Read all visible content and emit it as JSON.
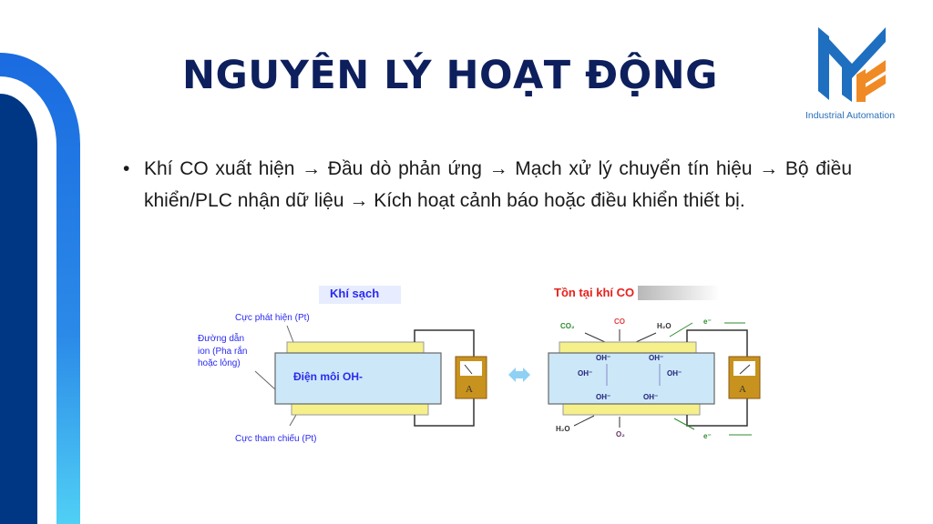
{
  "title": "NGUYÊN LÝ HOẠT ĐỘNG",
  "logo": {
    "caption": "Industrial Automation",
    "colors": {
      "blue": "#1e6fc0",
      "orange": "#f08a24"
    }
  },
  "bullet": {
    "symbol": "•",
    "text": "Khí CO xuất hiện → Đầu dò phản ứng → Mạch xử lý chuyển tín hiệu → Bộ điều khiển/PLC nhận dữ liệu → Kích hoạt cảnh báo hoặc điều khiển thiết bị."
  },
  "diagram": {
    "left": {
      "heading": "Khí sạch",
      "detect_electrode": "Cực phát hiện (Pt)",
      "ion_path_1": "Đường    dẫn",
      "ion_path_2": "ion (Pha  rắn",
      "ion_path_3": "hoặc lỏng)",
      "electrolyte": "Điện môi OH-",
      "reference_electrode": "Cực tham chiếu (Pt)",
      "meter": "A"
    },
    "right": {
      "heading": "Tồn tại khí CO",
      "co2": "CO₂",
      "co": "CO",
      "h2o_top": "H₂O",
      "electron_top": "e⁻",
      "oh": "OH⁻",
      "h2o_bottom": "H₂O",
      "o2": "O₂",
      "electron_bottom": "e⁻",
      "meter": "A"
    },
    "colors": {
      "label": "#2a2af0",
      "electrode": "#f5f08a",
      "electrolyte": "#cce8f8",
      "meter": "#c8921e",
      "heading_right": "#e8201c"
    }
  }
}
